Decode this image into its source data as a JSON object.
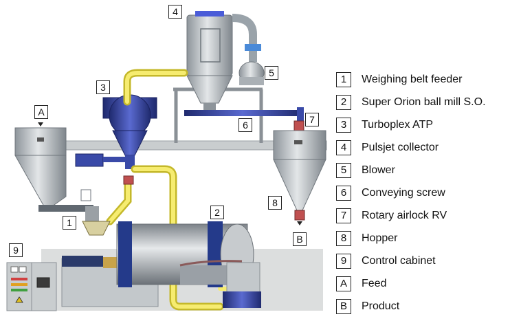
{
  "callouts": {
    "c1": "1",
    "c2": "2",
    "c3": "3",
    "c4": "4",
    "c5": "5",
    "c6": "6",
    "c7": "7",
    "c8": "8",
    "c9": "9",
    "cA": "A",
    "cB": "B"
  },
  "legend": [
    {
      "key": "1",
      "label": "Weighing belt feeder"
    },
    {
      "key": "2",
      "label": "Super Orion ball mill  S.O."
    },
    {
      "key": "3",
      "label": "Turboplex  ATP"
    },
    {
      "key": "4",
      "label": "Pulsjet collector"
    },
    {
      "key": "5",
      "label": "Blower"
    },
    {
      "key": "6",
      "label": "Conveying screw"
    },
    {
      "key": "7",
      "label": "Rotary airlock  RV"
    },
    {
      "key": "8",
      "label": "Hopper"
    },
    {
      "key": "9",
      "label": "Control cabinet"
    },
    {
      "key": "A",
      "label": "Feed"
    },
    {
      "key": "B",
      "label": "Product"
    }
  ],
  "colors": {
    "steel": "#b9bec3",
    "steel_dark": "#8a9096",
    "blue": "#3a4aa8",
    "blue_dark": "#232f7a",
    "yellow_pipe": "#f2e64a",
    "yellow_dark": "#b7ab1f",
    "floor": "#d6d8d8",
    "gear": "#c8a34a"
  }
}
